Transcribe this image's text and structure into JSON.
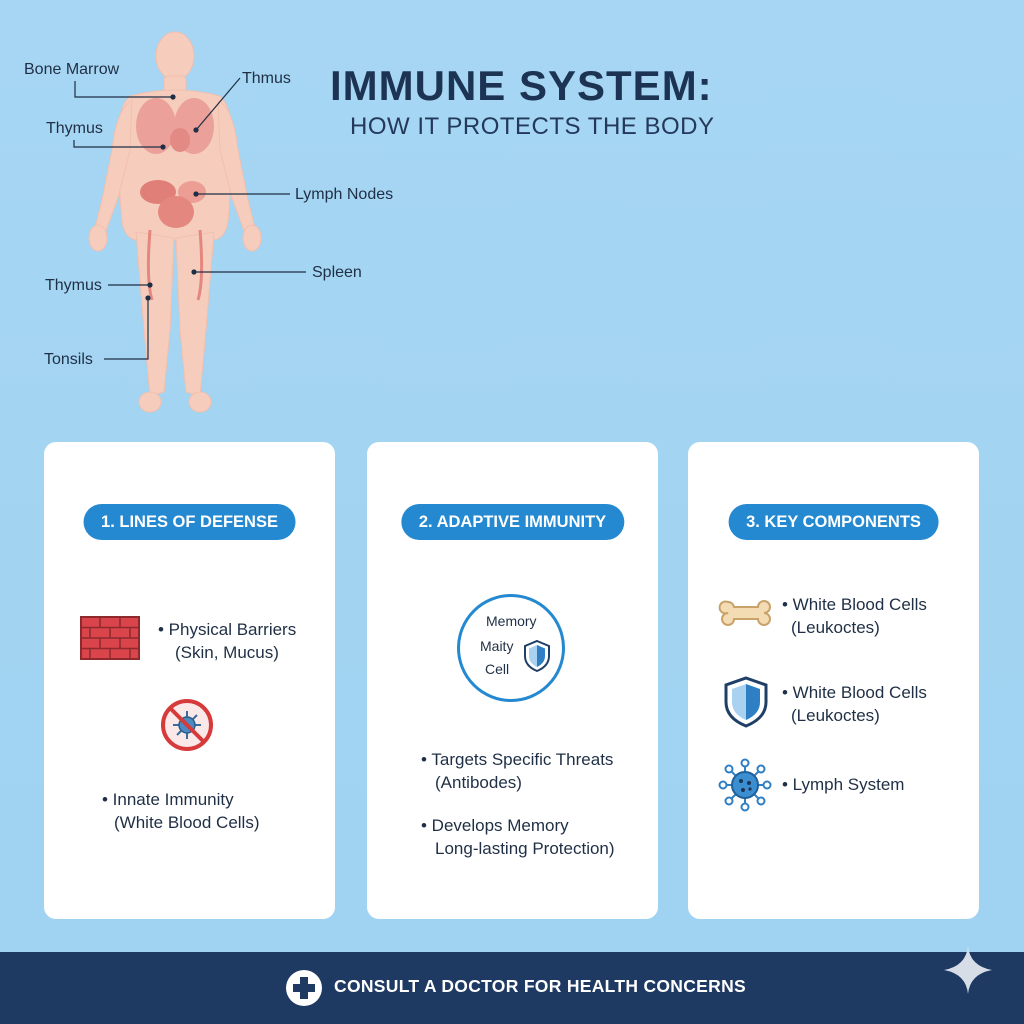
{
  "header": {
    "title": "IMMUNE SYSTEM:",
    "subtitle": "HOW IT PROTECTS THE BODY"
  },
  "body_labels": {
    "bone_marrow": "Bone Marrow",
    "thmus_top": "Thmus",
    "thymus_upper": "Thymus",
    "lymph_nodes": "Lymph Nodes",
    "spleen": "Spleen",
    "thymus_lower": "Thymus",
    "tonsils": "Tonsils"
  },
  "cards": [
    {
      "heading": "1. LINES OF DEFENSE",
      "items": [
        {
          "icon": "brick-wall-icon",
          "line1": "• Physical Barriers",
          "line2": "(Skin, Mucus)"
        },
        {
          "icon": "no-virus-icon",
          "line1": "• Innate Immunity",
          "line2": "(White Blood Cells)"
        }
      ]
    },
    {
      "heading": "2. ADAPTIVE IMMUNITY",
      "badge": {
        "line1": "Memory",
        "line2": "Maity",
        "line3": "Cell",
        "icon": "shield-icon"
      },
      "items": [
        {
          "line1": "• Targets Specific Threats",
          "line2": "(Antibodes)"
        },
        {
          "line1": "• Develops Memory",
          "line2": "Long-lasting Protection)"
        }
      ]
    },
    {
      "heading": "3. KEY COMPONENTS",
      "items": [
        {
          "icon": "bone-icon",
          "line1": "• White Blood Cells",
          "line2": "(Leukoctes)"
        },
        {
          "icon": "shield-icon",
          "line1": "• White Blood Cells",
          "line2": "(Leukoctes)"
        },
        {
          "icon": "lymph-cell-icon",
          "line1": "• Lymph System",
          "line2": ""
        }
      ]
    }
  ],
  "footer": {
    "text": "CONSULT A DOCTOR FOR HEALTH CONCERNS",
    "icon": "medical-cross-icon"
  },
  "colors": {
    "background": "#a6d6f3",
    "accent": "#2489d0",
    "footer": "#1e3a63",
    "title": "#1c3354"
  }
}
